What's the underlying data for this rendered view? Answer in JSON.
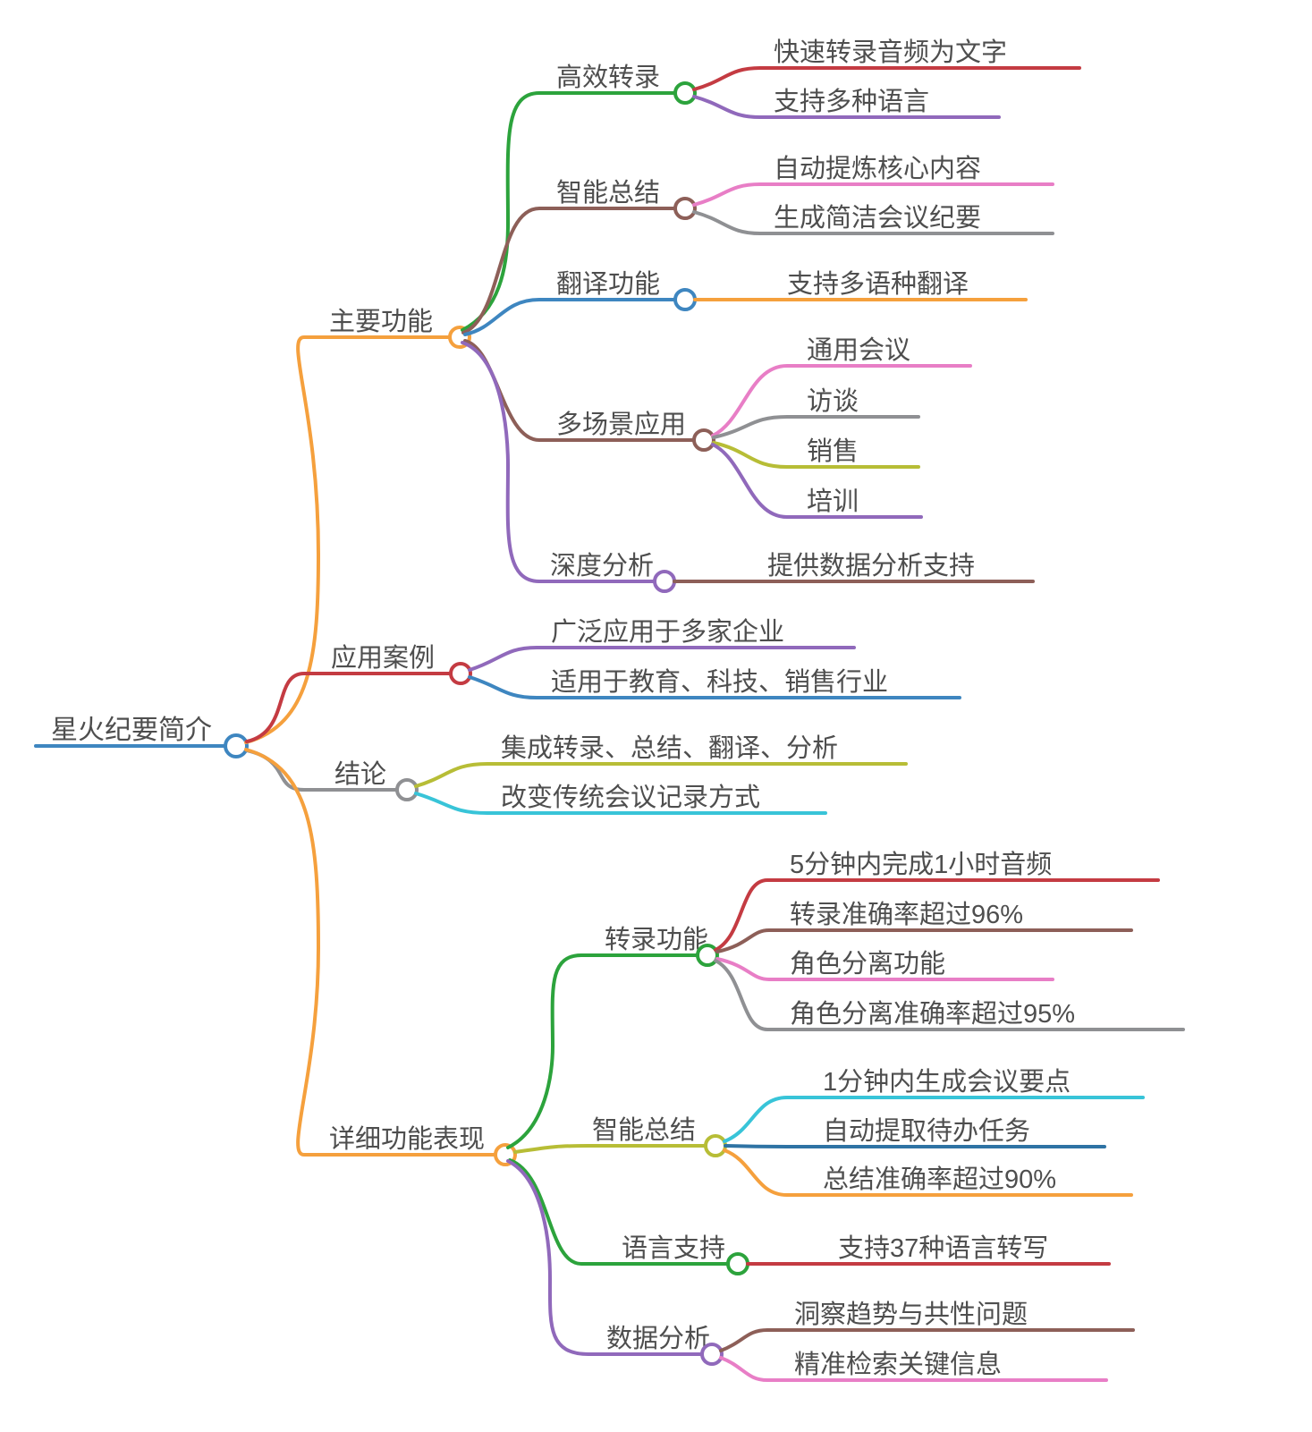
{
  "colors": {
    "blue": "#3e86c0",
    "steel": "#2e73a4",
    "cyan": "#38c4d8",
    "red": "#c43b42",
    "orange": "#f5a03d",
    "green": "#2ca33c",
    "brown": "#8d5f58",
    "purple": "#9069bb",
    "pink": "#e87ec6",
    "gray": "#8f9093",
    "olive": "#b7bd36",
    "text": "#4e4e4e"
  },
  "mindmap": {
    "root": {
      "label": "星火纪要简介",
      "color": "#3e86c0"
    },
    "branches": [
      {
        "label": "主要功能",
        "color": "#f5a03d",
        "children": [
          {
            "label": "高效转录",
            "color": "#2ca33c",
            "children": [
              {
                "label": "快速转录音频为文字",
                "color": "#c43b42"
              },
              {
                "label": "支持多种语言",
                "color": "#9069bb"
              }
            ]
          },
          {
            "label": "智能总结",
            "color": "#8d5f58",
            "children": [
              {
                "label": "自动提炼核心内容",
                "color": "#e87ec6"
              },
              {
                "label": "生成简洁会议纪要",
                "color": "#8f9093"
              }
            ]
          },
          {
            "label": "翻译功能",
            "color": "#3e86c0",
            "children": [
              {
                "label": "支持多语种翻译",
                "color": "#f5a03d"
              }
            ]
          },
          {
            "label": "多场景应用",
            "color": "#8d5f58",
            "children": [
              {
                "label": "通用会议",
                "color": "#e87ec6"
              },
              {
                "label": "访谈",
                "color": "#8f9093"
              },
              {
                "label": "销售",
                "color": "#b7bd36"
              },
              {
                "label": "培训",
                "color": "#9069bb"
              }
            ]
          },
          {
            "label": "深度分析",
            "color": "#9069bb",
            "children": [
              {
                "label": "提供数据分析支持",
                "color": "#8d5f58"
              }
            ]
          }
        ]
      },
      {
        "label": "应用案例",
        "color": "#c43b42",
        "children": [
          {
            "label": "广泛应用于多家企业",
            "color": "#9069bb"
          },
          {
            "label": "适用于教育、科技、销售行业",
            "color": "#3e86c0"
          }
        ]
      },
      {
        "label": "结论",
        "color": "#8f9093",
        "children": [
          {
            "label": "集成转录、总结、翻译、分析",
            "color": "#b7bd36"
          },
          {
            "label": "改变传统会议记录方式",
            "color": "#38c4d8"
          }
        ]
      },
      {
        "label": "详细功能表现",
        "color": "#f5a03d",
        "children": [
          {
            "label": "转录功能",
            "color": "#2ca33c",
            "children": [
              {
                "label": "5分钟内完成1小时音频",
                "color": "#c43b42"
              },
              {
                "label": "转录准确率超过96%",
                "color": "#8d5f58"
              },
              {
                "label": "角色分离功能",
                "color": "#e87ec6"
              },
              {
                "label": "角色分离准确率超过95%",
                "color": "#8f9093"
              }
            ]
          },
          {
            "label": "智能总结",
            "color": "#b7bd36",
            "children": [
              {
                "label": "1分钟内生成会议要点",
                "color": "#38c4d8"
              },
              {
                "label": "自动提取待办任务",
                "color": "#2e73a4"
              },
              {
                "label": "总结准确率超过90%",
                "color": "#f5a03d"
              }
            ]
          },
          {
            "label": "语言支持",
            "color": "#2ca33c",
            "children": [
              {
                "label": "支持37种语言转写",
                "color": "#c43b42"
              }
            ]
          },
          {
            "label": "数据分析",
            "color": "#9069bb",
            "children": [
              {
                "label": "洞察趋势与共性问题",
                "color": "#8d5f58"
              },
              {
                "label": "精准检索关键信息",
                "color": "#e87ec6"
              }
            ]
          }
        ]
      }
    ]
  }
}
